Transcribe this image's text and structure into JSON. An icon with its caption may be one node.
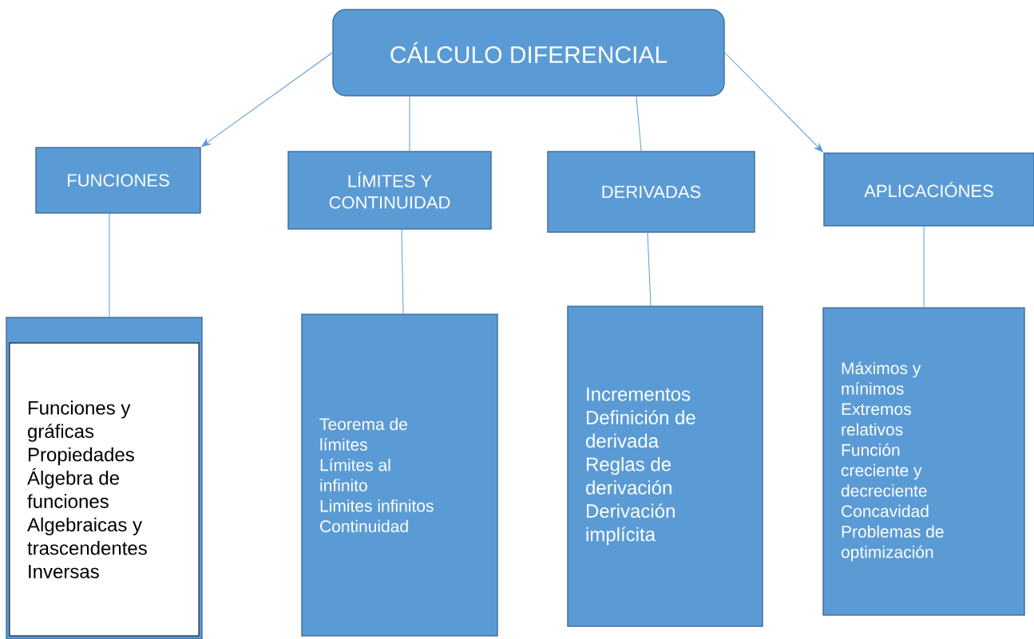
{
  "diagram": {
    "nodes": [
      {
        "text": [
          "CÁLCULO DIFERENCIAL"
        ]
      },
      {
        "text": [
          "FUNCIONES"
        ]
      },
      {
        "text": [
          "LÍMITES Y CONTINUIDAD"
        ]
      },
      {
        "text": [
          "DERIVADAS"
        ]
      },
      {
        "text": [
          "APLICACIÓNES"
        ]
      },
      {
        "text": [],
        "shape": "box"
      },
      {
        "text": [
          "Funciones y gráficas",
          "Propiedades",
          "Álgebra de funciones",
          "Algebraicas y trascendentes",
          "Inversas"
        ],
        "in": 5
      },
      {
        "text": [
          "Teorema de límites",
          "Límites al infinito",
          "Limites infinitos",
          "Continuidad"
        ]
      },
      {
        "text": [
          "Incrementos",
          "Definición de derivada",
          "Reglas de derivación",
          "Derivación implícita"
        ]
      },
      {
        "text": [
          "Máximos y mínimos",
          "Extremos relativos",
          "Función creciente y decreciente",
          "Concavidad",
          "Problemas de optimización"
        ]
      }
    ],
    "edges": [
      {
        "from": 0,
        "to": 1,
        "arrow": "to"
      },
      {
        "from": 0,
        "to": 2,
        "arrow": "none"
      },
      {
        "from": 0,
        "to": 3,
        "arrow": "none"
      },
      {
        "from": 0,
        "to": 4,
        "arrow": "to"
      },
      {
        "from": 1,
        "to": 5,
        "arrow": "none"
      },
      {
        "from": 2,
        "to": 7,
        "arrow": "none"
      },
      {
        "from": 3,
        "to": 8,
        "arrow": "none"
      },
      {
        "from": 4,
        "to": 9,
        "arrow": "none"
      }
    ]
  }
}
